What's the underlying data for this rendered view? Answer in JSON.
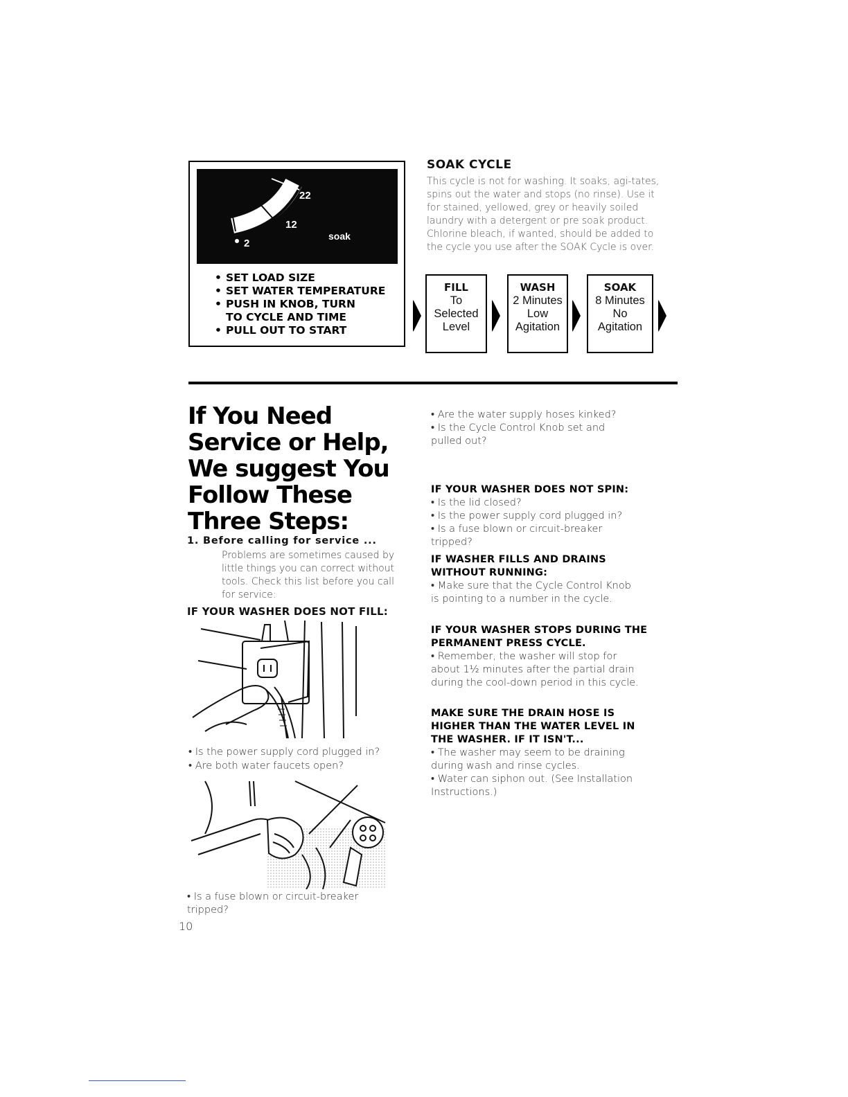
{
  "dial": {
    "numbers": [
      "22",
      "12",
      "2"
    ],
    "label": "soak"
  },
  "instructions": [
    "SET LOAD SIZE",
    "SET WATER TEMPERATURE",
    "PUSH IN KNOB, TURN TO CYCLE AND TIME",
    "PULL OUT TO START"
  ],
  "soak_cycle": {
    "title": "SOAK CYCLE",
    "body": "This cycle is not for washing. It soaks, agi-tates, spins out the water and stops (no rinse). Use it for stained, yellowed, grey or heavily soiled laundry with a detergent or pre soak product. Chlorine bleach, if wanted, should be added to the cycle you use after the SOAK Cycle is over."
  },
  "cycle_steps": [
    {
      "title": "FILL",
      "lines": [
        "To",
        "Selected",
        "Level"
      ]
    },
    {
      "title": "WASH",
      "lines": [
        "2 Minutes",
        "Low",
        "Agitation"
      ]
    },
    {
      "title": "SOAK",
      "lines": [
        "8 Minutes",
        "No",
        "Agitation"
      ]
    }
  ],
  "service": {
    "heading": "If You Need Service or Help, We suggest You Follow These Three Steps:",
    "step1_title": "1. Before calling for service ...",
    "step1_body": "Problems are sometimes caused by little things you can correct without tools. Check this list before you call for service:",
    "not_fill_heading": "IF YOUR WASHER DOES NOT FILL:",
    "not_fill_questions": [
      "Is the power supply cord plugged in?",
      "Are both water faucets open?",
      "Is a fuse blown or circuit-breaker tripped?",
      "Are the water supply hoses kinked?",
      "Is the Cycle Control Knob set and pulled out?"
    ],
    "not_spin_heading": "IF YOUR WASHER DOES NOT SPIN:",
    "not_spin_questions": [
      "Is the lid closed?",
      "Is the power supply cord plugged in?",
      "Is a fuse blown or circuit-breaker tripped?"
    ],
    "fills_drains_heading": "IF WASHER FILLS AND DRAINS WITHOUT RUNNING:",
    "fills_drains_text": "Make sure that the Cycle Control Knob is pointing to a number in the cycle.",
    "stops_heading": "IF YOUR WASHER STOPS DURING THE PERMANENT PRESS CYCLE.",
    "stops_text": "Remember, the washer will stop for about 1½ minutes after the partial drain during the cool-down period in this cycle.",
    "drain_heading": "MAKE SURE THE DRAIN HOSE IS HIGHER THAN THE WATER LEVEL IN THE WASHER. IF IT ISN'T...",
    "drain_items": [
      "The washer may seem to be draining during wash and rinse cycles.",
      "Water can siphon out. (See Installation Instructions.)"
    ]
  },
  "page_number": "10"
}
